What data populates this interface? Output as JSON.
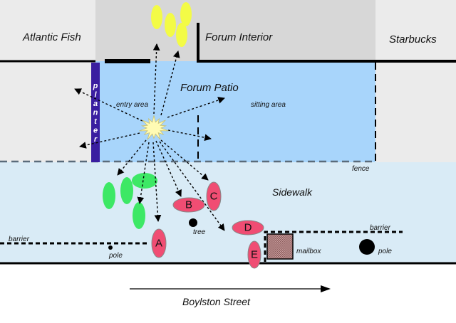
{
  "title": "Boylston Street incident site diagram",
  "colors": {
    "building_light": "#ebebeb",
    "building_dark": "#d7d7d7",
    "patio": "#a8d5fb",
    "sidewalk": "#d9ebf6",
    "planter": "#3a1ea0",
    "yellow_person": "#f3fb46",
    "green_person": "#3de865",
    "red_person": "#f04d73",
    "explosion": "#fffbb4",
    "mailbox": "#b88a8a"
  },
  "buildings": {
    "left": "Atlantic Fish",
    "center": "Forum Interior",
    "right": "Starbucks"
  },
  "areas": {
    "patio": "Forum Patio",
    "sitting_area": "sitting area",
    "entry_area": "entry area",
    "sidewalk": "Sidewalk",
    "fence": "fence"
  },
  "planter_label": [
    "p",
    "l",
    "a",
    "n",
    "t",
    "e",
    "r"
  ],
  "street": {
    "name": "Boylston Street",
    "direction": "east"
  },
  "objects": {
    "barrier_left": "barrier",
    "barrier_right": "barrier",
    "pole_small": "pole",
    "pole_large": "pole",
    "tree": "tree",
    "mailbox": "mailbox"
  },
  "people": {
    "labeled": [
      {
        "id": "A"
      },
      {
        "id": "B"
      },
      {
        "id": "C"
      },
      {
        "id": "D"
      },
      {
        "id": "E"
      }
    ],
    "yellow_count": 4,
    "green_count": 4
  }
}
